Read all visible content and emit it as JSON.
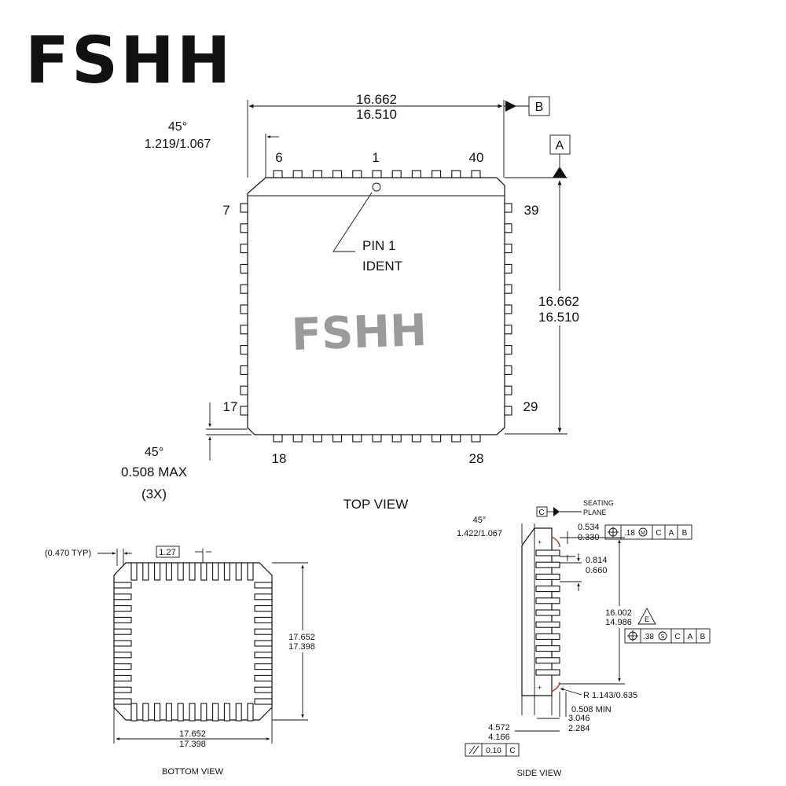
{
  "brand": {
    "logo_text": "FSHH",
    "watermark_text": "FSHH"
  },
  "top_view": {
    "title": "TOP VIEW",
    "width_max": "16.662",
    "width_min": "16.510",
    "height_max": "16.662",
    "height_min": "16.510",
    "datum_a": "A",
    "datum_b": "B",
    "chamfer_angle": "45°",
    "chamfer_dim": "1.219/1.067",
    "corner_angle": "45°",
    "corner_dim": "0.508 MAX",
    "corner_count": "(3X)",
    "pin_labels": {
      "p6": "6",
      "p1": "1",
      "p40": "40",
      "p7": "7",
      "p39": "39",
      "p17": "17",
      "p29": "29",
      "p18": "18",
      "p28": "28"
    },
    "pin1_label_line1": "PIN 1",
    "pin1_label_line2": "IDENT"
  },
  "bottom_view": {
    "title": "BOTTOM VIEW",
    "lead_width": "(0.470 TYP)",
    "pitch": "1.27",
    "height_max": "17.652",
    "height_min": "17.398",
    "width_max": "17.652",
    "width_min": "17.398"
  },
  "side_view": {
    "title": "SIDE VIEW",
    "datum_c": "C",
    "seating_line1": "SEATING",
    "seating_line2": "PLANE",
    "angle": "45°",
    "chamfer_dim": "1.422/1.067",
    "lead_w_max": "0.534",
    "lead_w_min": "0.330",
    "fcf1_tol": ".18",
    "fcf1_mod": "M",
    "fcf_c": "C",
    "fcf_a": "A",
    "fcf_b": "B",
    "shoulder_max": "0.814",
    "shoulder_min": "0.660",
    "span_max": "16.002",
    "span_min": "14.986",
    "note_e": "E",
    "fcf2_tol": ".38",
    "fcf2_mod": "S",
    "radius": "R 1.143/0.635",
    "standoff": "0.508 MIN",
    "lead_h_max": "3.046",
    "lead_h_min": "2.284",
    "total_h_max": "4.572",
    "total_h_min": "4.166",
    "flatness": "0.10",
    "flatness_datum": "C"
  }
}
